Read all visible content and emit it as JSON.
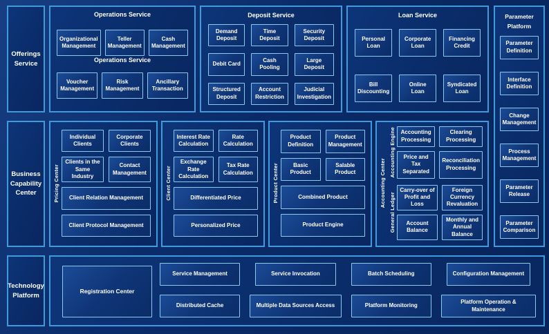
{
  "colors": {
    "background": "#0a2b68",
    "panel_border": "#3f9ade",
    "box_border": "#8ccaf2",
    "box_fill": "#0f3577",
    "text": "#ffffff"
  },
  "offerings": {
    "label": "Offerings Service"
  },
  "business": {
    "label": "Business Capability Center"
  },
  "technology": {
    "label": "Technology Platform"
  },
  "operations": {
    "title": "Operations Service",
    "subtitle": "Operations Service",
    "row1": [
      "Organizational Management",
      "Teller Management",
      "Cash Management"
    ],
    "row2": [
      "Voucher Management",
      "Risk Management",
      "Ancillary Transaction"
    ]
  },
  "deposit": {
    "title": "Deposit Service",
    "boxes": [
      "Demand Deposit",
      "Time Deposit",
      "Security Deposit",
      "Debit Card",
      "Cash Pooling",
      "Large Deposit",
      "Structured Deposit",
      "Account Restriction",
      "Judicial Investigation"
    ]
  },
  "loan": {
    "title": "Loan Service",
    "boxes": [
      "Personal Loan",
      "Corporate Loan",
      "Financing Credit",
      "Bill Discounting",
      "Online Loan",
      "Syndicated Loan"
    ]
  },
  "parameter": {
    "title_line1": "Parameter",
    "title_line2": "Platform",
    "boxes": [
      "Parameter Definition",
      "Interface Definition",
      "Change Management",
      "Process Management",
      "Parameter Release",
      "Parameter Comparison"
    ]
  },
  "pricing": {
    "vlabel": "Pricing Center",
    "row1": [
      "Individual Clients",
      "Corporate Clients"
    ],
    "row2": [
      "Clients in the Same Industry",
      "Contact Management"
    ],
    "row3": "Client Relation Management",
    "row4": "Client Protocol Management"
  },
  "client": {
    "vlabel": "Client Center",
    "row1": [
      "Interest Rate Calculation",
      "Rate Calculation"
    ],
    "row2": [
      "Exchange Rate Calculation",
      "Tax Rate Calculation"
    ],
    "row3": "Differentiated Price",
    "row4": "Personalized Price"
  },
  "product": {
    "vlabel": "Product Center",
    "row1": [
      "Product Definition",
      "Product Management"
    ],
    "row2": [
      "Basic Product",
      "Salable Product"
    ],
    "row3": "Combined Product",
    "row4": "Product Engine"
  },
  "accounting": {
    "vlabel": "Accounting Center",
    "engine": {
      "vlabel": "Accounting Engine",
      "boxes": [
        "Accounting Processing",
        "Clearing Processing",
        "Price and Tax Separated",
        "Reconciliation Processing"
      ]
    },
    "ledger": {
      "vlabel": "General Ledger",
      "boxes": [
        "Carry-over of Profit and Loss",
        "Foreign Currency Revaluation",
        "Account Balance",
        "Monthly and Annual Balance"
      ]
    }
  },
  "tech": {
    "registration": "Registration Center",
    "columns": [
      {
        "top": "Service Management",
        "bottom": "Distributed Cache"
      },
      {
        "top": "Service Invocation",
        "bottom": "Multiple Data Sources Access"
      },
      {
        "top": "Batch Scheduling",
        "bottom": "Platform Monitoring"
      },
      {
        "top": "Configuration Management",
        "bottom": "Platform Operation & Maintenance"
      }
    ]
  }
}
